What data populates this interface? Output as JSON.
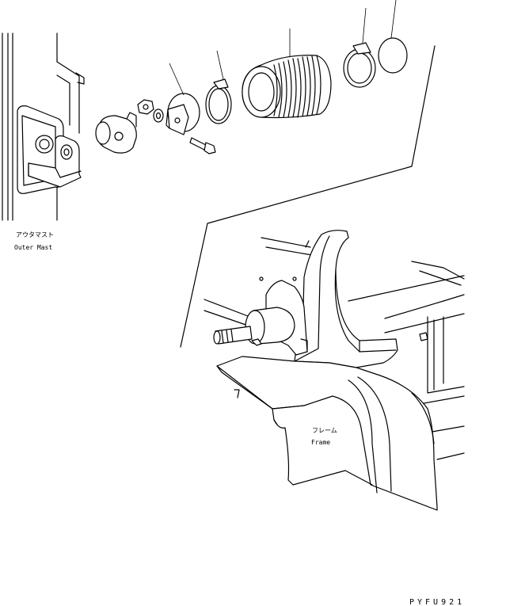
{
  "labels": {
    "outer_mast_jp": "アウタマスト",
    "outer_mast_en": "Outer Mast",
    "frame_jp": "フレーム",
    "frame_en": "Frame"
  },
  "drawing_code": "PYFU921"
}
